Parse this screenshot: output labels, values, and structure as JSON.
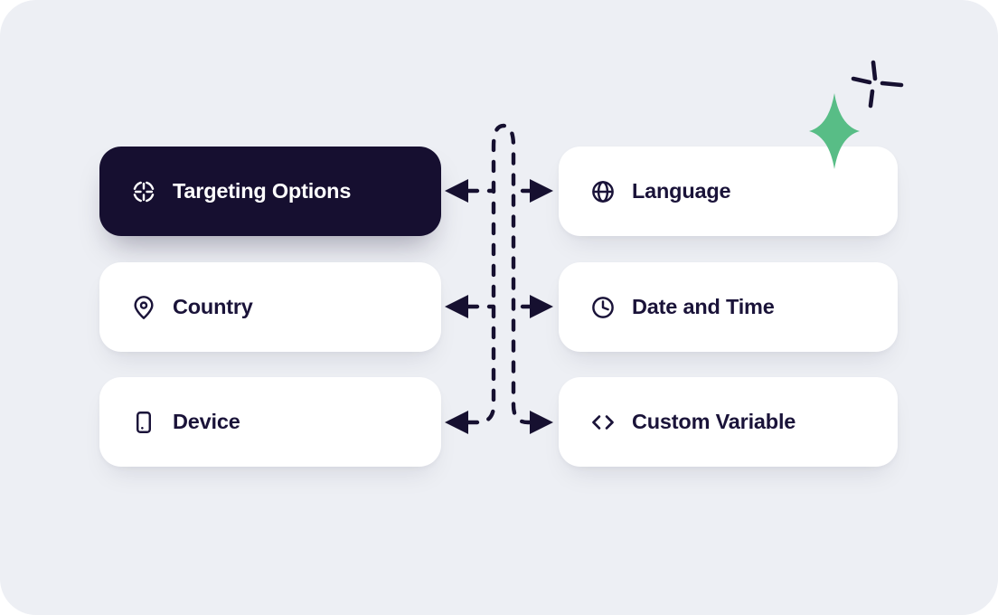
{
  "diagram_title": "targeting options diagram",
  "colors": {
    "background": "#EDEFF4",
    "card_dark": "#160F30",
    "card_light": "#FFFFFF",
    "text_dark": "#1A1339",
    "text_light": "#FFFFFF",
    "accent_green": "#58BD86",
    "connector": "#161030",
    "page_outside": "#FFFFFF"
  },
  "cards": {
    "left": [
      {
        "label": "Targeting Options",
        "icon": "target-icon",
        "selected": true
      },
      {
        "label": "Country",
        "icon": "map-pin-icon",
        "selected": false
      },
      {
        "label": "Device",
        "icon": "smartphone-icon",
        "selected": false
      }
    ],
    "right": [
      {
        "label": "Language",
        "icon": "globe-icon",
        "selected": false
      },
      {
        "label": "Date and Time",
        "icon": "clock-icon",
        "selected": false
      },
      {
        "label": "Custom Variable",
        "icon": "code-icon",
        "selected": false
      }
    ]
  },
  "connector": {
    "style": "dashed",
    "rows": 3,
    "direction": "bidirectional-arrows"
  },
  "decorations": [
    {
      "name": "sparkle-star",
      "color": "#58BD86"
    },
    {
      "name": "hand-drawn-plus",
      "color": "#161030"
    }
  ]
}
